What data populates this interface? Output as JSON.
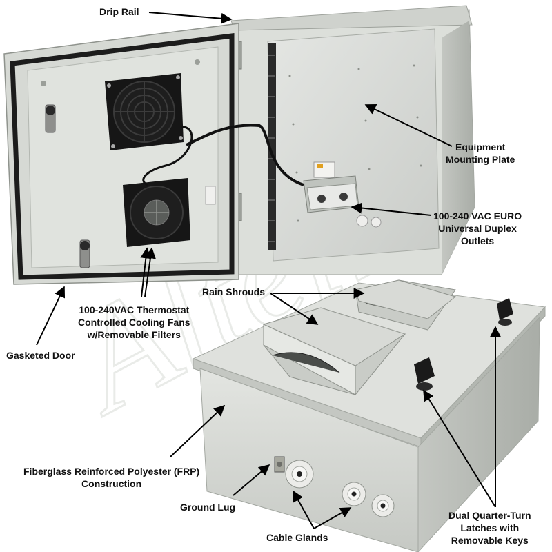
{
  "watermark": {
    "text": "Altelix"
  },
  "labels": {
    "drip_rail": [
      "Drip Rail"
    ],
    "equipment_mounting_plate": [
      "Equipment",
      "Mounting Plate"
    ],
    "euro_outlets": [
      "100-240 VAC EURO",
      "Universal Duplex",
      "Outlets"
    ],
    "rain_shrouds": [
      "Rain Shrouds"
    ],
    "cooling_fans": [
      "100-240VAC Thermostat",
      "Controlled Cooling Fans",
      "w/Removable Filters"
    ],
    "gasketed_door": [
      "Gasketed Door"
    ],
    "frp_construction": [
      "Fiberglass Reinforced Polyester (FRP)",
      "Construction"
    ],
    "ground_lug": [
      "Ground Lug"
    ],
    "cable_glands": [
      "Cable Glands"
    ],
    "latches": [
      "Dual Quarter-Turn",
      "Latches with",
      "Removable Keys"
    ]
  },
  "colors": {
    "enclosure_gray": "#d9dcd7",
    "enclosure_shadow": "#b8bcb6",
    "gasket_black": "#1c1c1c",
    "fan_black": "#161616",
    "arrow_black": "#000000"
  }
}
